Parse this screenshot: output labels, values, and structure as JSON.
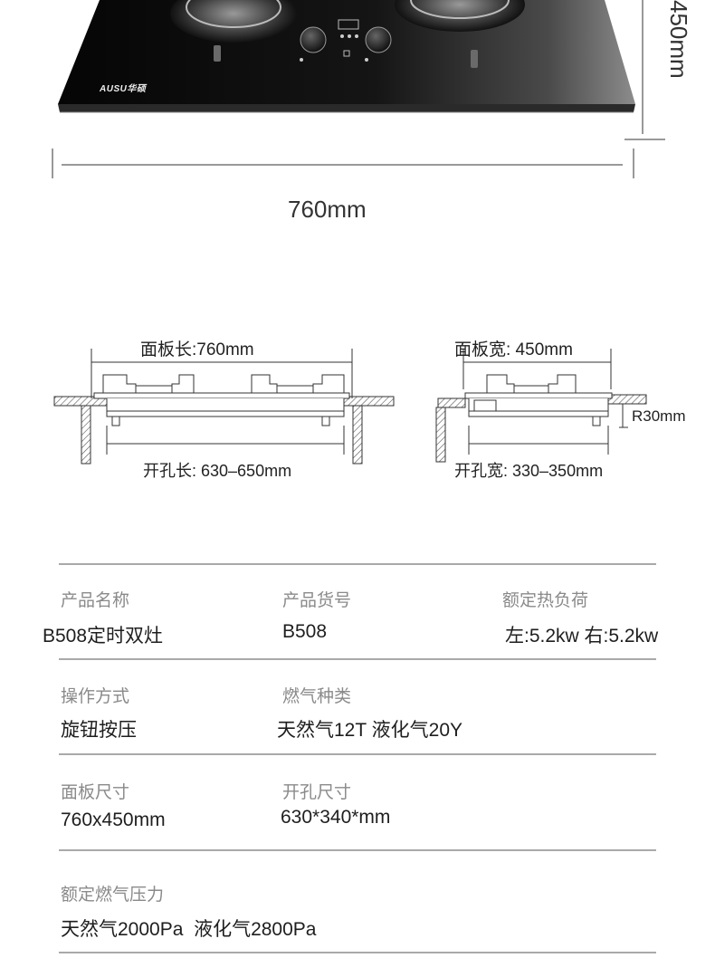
{
  "product_photo": {
    "brand_logo": "AUSU华硕",
    "height_dim": "450mm",
    "width_dim": "760mm"
  },
  "diagrams": {
    "length": {
      "panel_label": "面板长:760mm",
      "cutout_label": "开孔长: 630–650mm"
    },
    "width": {
      "panel_label": "面板宽: 450mm",
      "cutout_label": "开孔宽: 330–350mm",
      "radius_label": "R30mm"
    }
  },
  "specs": {
    "row1": [
      {
        "label": "产品名称",
        "value": "B508定时双灶"
      },
      {
        "label": "产品货号",
        "value": "B508"
      },
      {
        "label": "额定热负荷",
        "value": "左:5.2kw 右:5.2kw"
      }
    ],
    "row2": [
      {
        "label": "操作方式",
        "value": "旋钮按压"
      },
      {
        "label": "燃气种类",
        "value": "天然气12T 液化气20Y"
      }
    ],
    "row3": [
      {
        "label": "面板尺寸",
        "value": "760x450mm"
      },
      {
        "label": "开孔尺寸",
        "value": "630*340*mm"
      }
    ],
    "row4": [
      {
        "label": "额定燃气压力",
        "value": "天然气2000Pa  液化气2800Pa"
      }
    ]
  },
  "colors": {
    "glass": "#0b0b0b",
    "rule": "#a9a9a9",
    "label_gray": "#8a8a8a"
  }
}
